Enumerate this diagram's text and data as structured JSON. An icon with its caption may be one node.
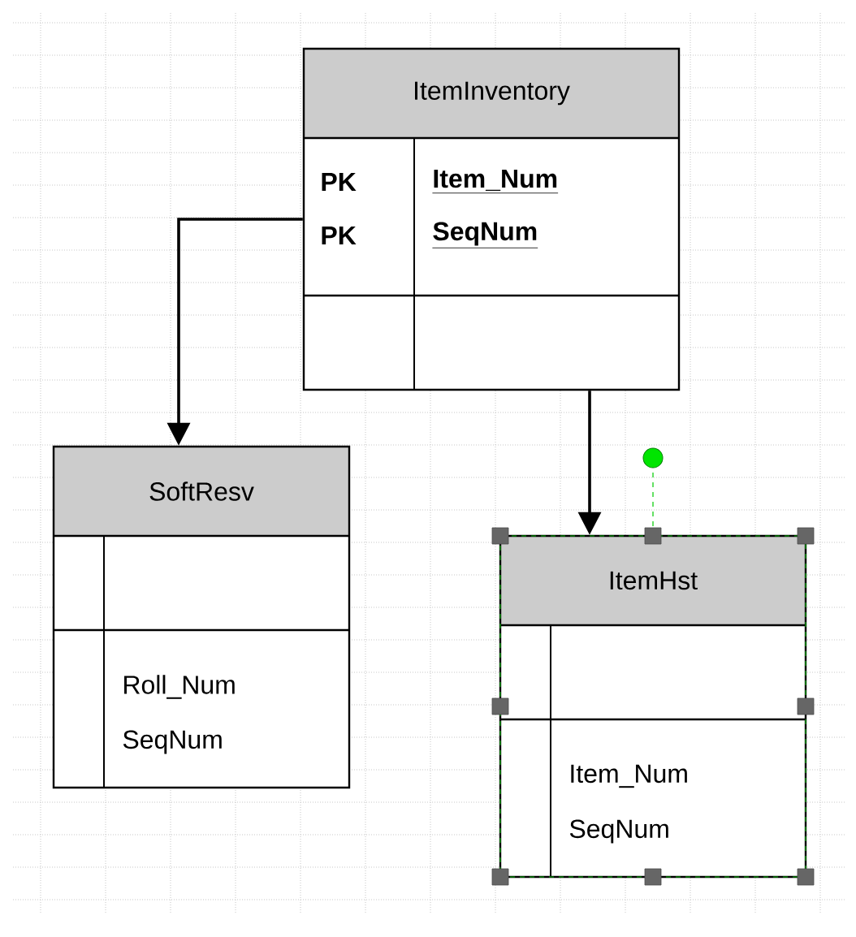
{
  "diagram": {
    "nodes": [
      {
        "text": [
          "ItemInventory",
          "PK",
          "PK",
          "Item_Num",
          "SeqNum"
        ]
      },
      {
        "text": [
          "SoftResv",
          "Roll_Num",
          "SeqNum"
        ]
      },
      {
        "text": [
          "ItemHst",
          "Item_Num",
          "SeqNum"
        ]
      }
    ],
    "edges": [
      {
        "from": 0,
        "to": 1,
        "arrow": "to"
      },
      {
        "from": 0,
        "to": 2,
        "arrow": "to"
      }
    ]
  }
}
